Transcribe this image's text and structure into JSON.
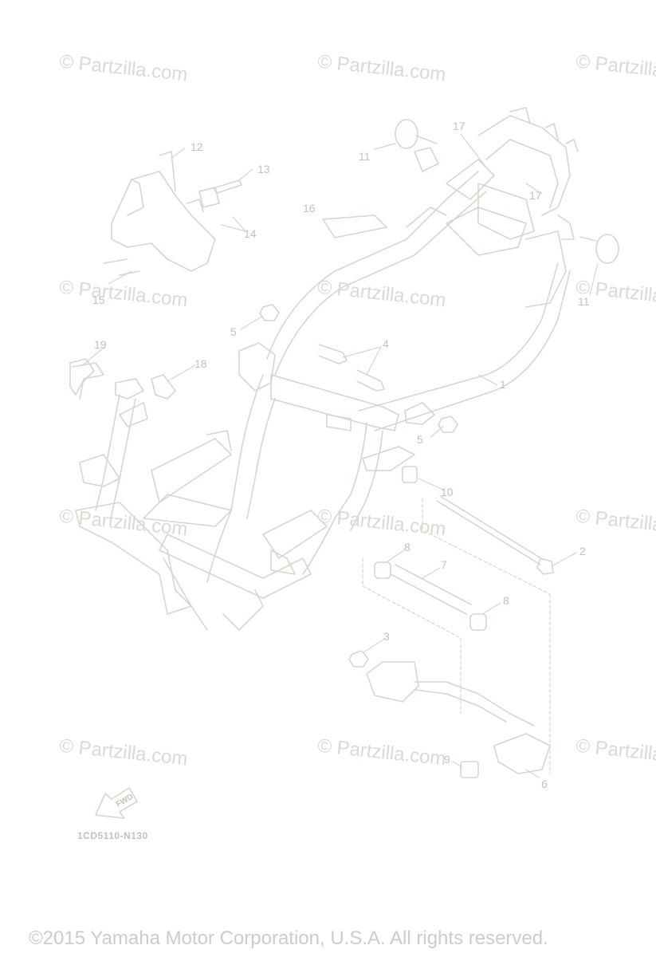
{
  "watermarks": [
    {
      "text": "© Partzilla.com"
    },
    {
      "text": "© Partzilla.com"
    },
    {
      "text": "© Partzilla.com"
    },
    {
      "text": "© Partzilla.com"
    },
    {
      "text": "© Partzilla.com"
    },
    {
      "text": "© Partzilla.com"
    },
    {
      "text": "© Partzilla.com"
    },
    {
      "text": "© Partzilla.com"
    },
    {
      "text": "© Partzilla.com"
    },
    {
      "text": "© Partzilla.com"
    },
    {
      "text": "© Partzilla.com"
    },
    {
      "text": "© Partzilla.com"
    }
  ],
  "callouts": {
    "c1": "1",
    "c2": "2",
    "c3": "3",
    "c4": "4",
    "c5a": "5",
    "c5b": "5",
    "c6": "6",
    "c7": "7",
    "c8a": "8",
    "c8b": "8",
    "c9": "9",
    "c10": "10",
    "c11a": "11",
    "c11b": "11",
    "c12": "12",
    "c13": "13",
    "c14": "14",
    "c15": "15",
    "c16": "16",
    "c17a": "17",
    "c17b": "17",
    "c18": "18",
    "c19": "19"
  },
  "fwd_label": "FWD",
  "diagram_code": "1CD5110-N130",
  "copyright": "©2015 Yamaha Motor Corporation, U.S.A. All rights reserved.",
  "colors": {
    "line": "#cfdacb",
    "text": "#b9c7b6",
    "watermark": "#d6dcd2"
  }
}
